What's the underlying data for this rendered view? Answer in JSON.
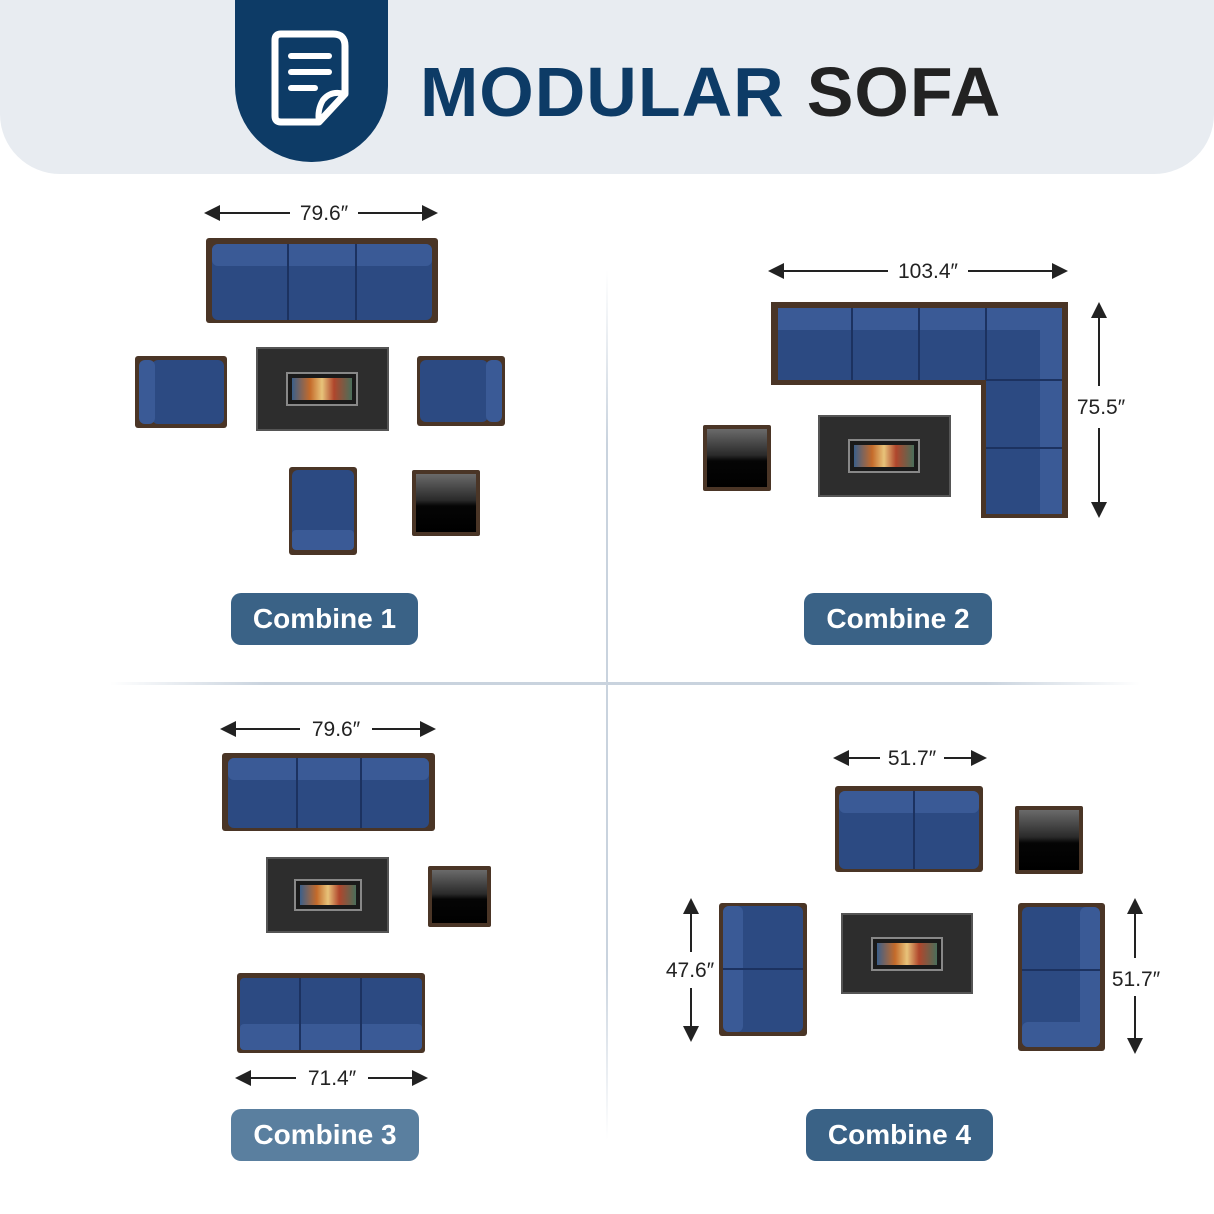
{
  "header": {
    "title_part1": "MODULAR",
    "title_part2": "SOFA",
    "icon": "document-icon"
  },
  "combinations": [
    {
      "label": "Combine 1",
      "dimensions": {
        "width": "79.6″"
      }
    },
    {
      "label": "Combine 2",
      "dimensions": {
        "width": "103.4″",
        "depth": "75.5″"
      }
    },
    {
      "label": "Combine 3",
      "dimensions": {
        "top_width": "79.6″",
        "bottom_width": "71.4″"
      }
    },
    {
      "label": "Combine 4",
      "dimensions": {
        "width": "51.7″",
        "left_depth": "47.6″",
        "right_depth": "51.7″"
      }
    }
  ],
  "colors": {
    "brand_navy": "#0d3b66",
    "button_dark": "#3a6286",
    "button_light": "#5a7f9f",
    "cushion_blue": "#2c4a82",
    "wicker_brown": "#4a3526",
    "table_top": "#2d2d2d"
  }
}
